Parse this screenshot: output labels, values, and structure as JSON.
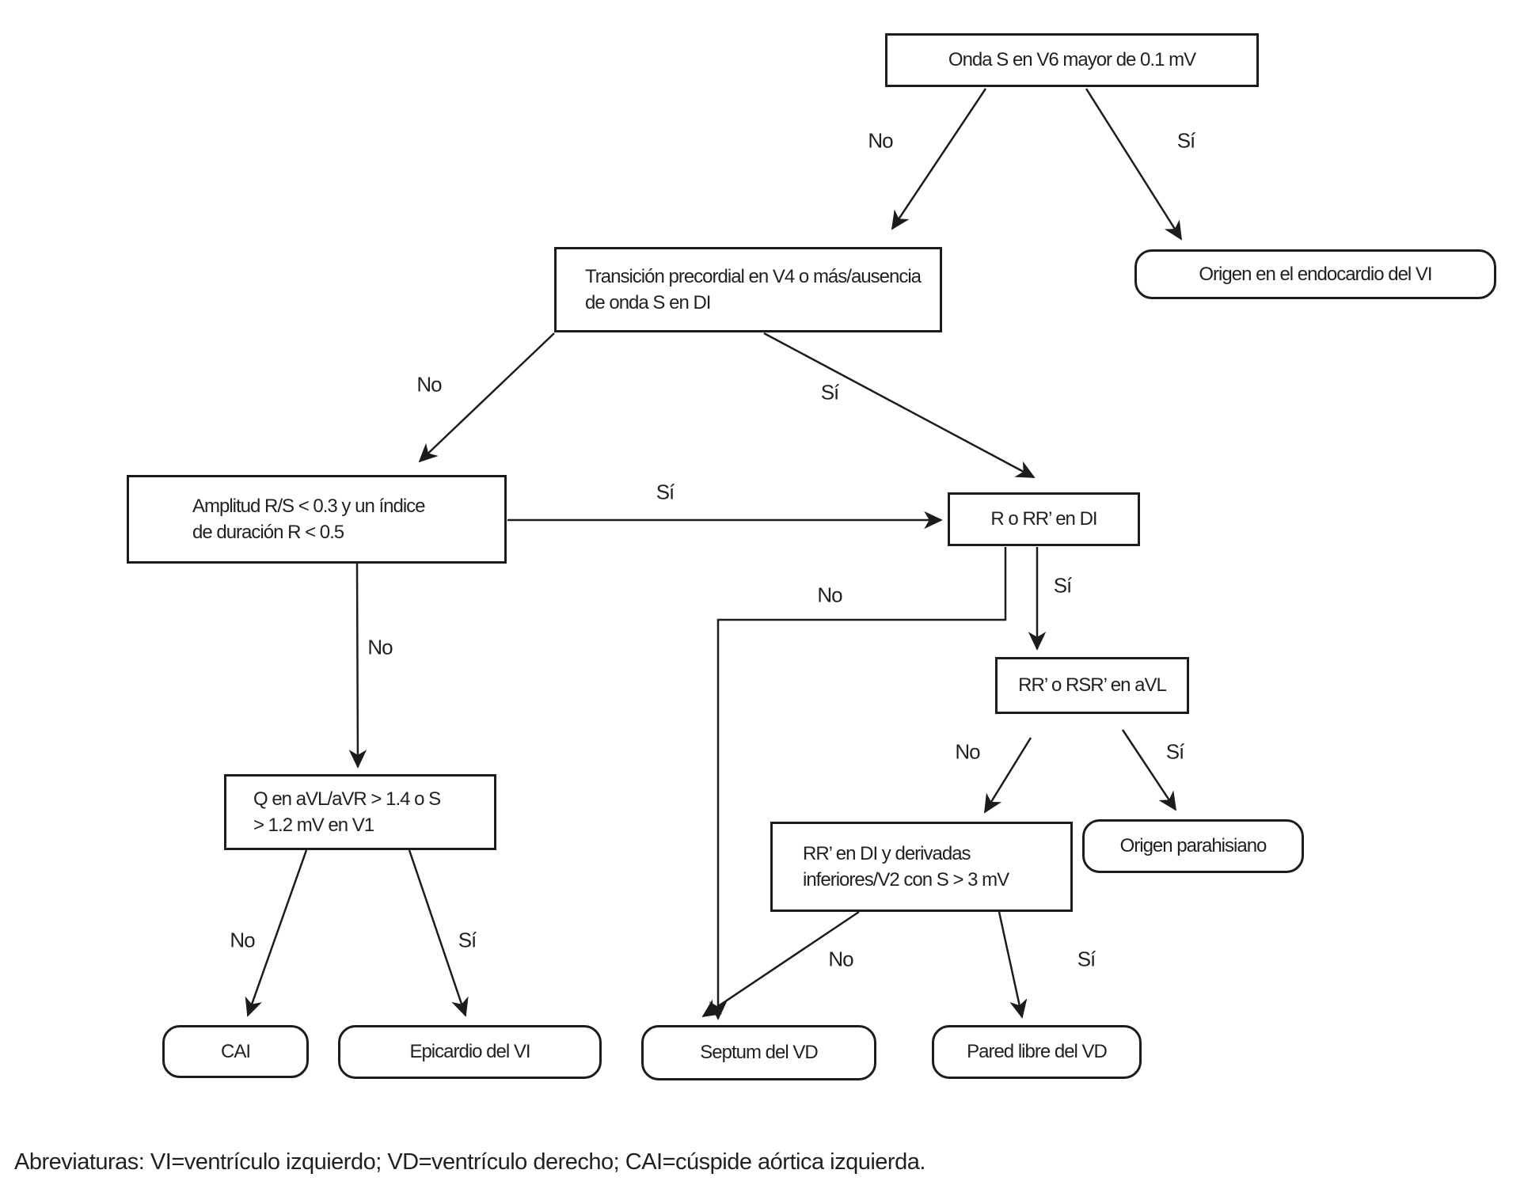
{
  "labels": {
    "yes": "Sí",
    "no": "No"
  },
  "nodes": {
    "onda": {
      "label": "Onda S en V6 mayor de 0.1 mV"
    },
    "transicion": {
      "label": "Transición precordial en V4 o más/ausencia\nde onda S en DI"
    },
    "origen_endocardio": {
      "label": "Origen en el endocardio del VI"
    },
    "amplitud": {
      "label": "Amplitud R/S < 0.3 y un índice\nde duración R < 0.5"
    },
    "r_o_rr_di": {
      "label": "R o RR’ en DI"
    },
    "rr_o_rsr_avl": {
      "label": "RR’ o RSR’ en aVL"
    },
    "q_avl_avr": {
      "label": "Q en aVL/aVR > 1.4 o S\n> 1.2 mV en V1"
    },
    "rr_di_derivadas": {
      "label": "RR’ en DI y derivadas\ninferiores/V2 con S > 3 mV"
    },
    "origen_parahisiano": {
      "label": "Origen parahisiano"
    },
    "cai": {
      "label": "CAI"
    },
    "epicardio_vi": {
      "label": "Epicardio del VI"
    },
    "septum_vd": {
      "label": "Septum del VD"
    },
    "pared_libre_vd": {
      "label": "Pared libre del VD"
    }
  },
  "footer": "Abreviaturas: VI=ventrículo izquierdo; VD=ventrículo derecho; CAI=cúspide aórtica izquierda.",
  "colors": {
    "line": "#1c1c1c",
    "text": "#231f20",
    "background": "#ffffff"
  }
}
